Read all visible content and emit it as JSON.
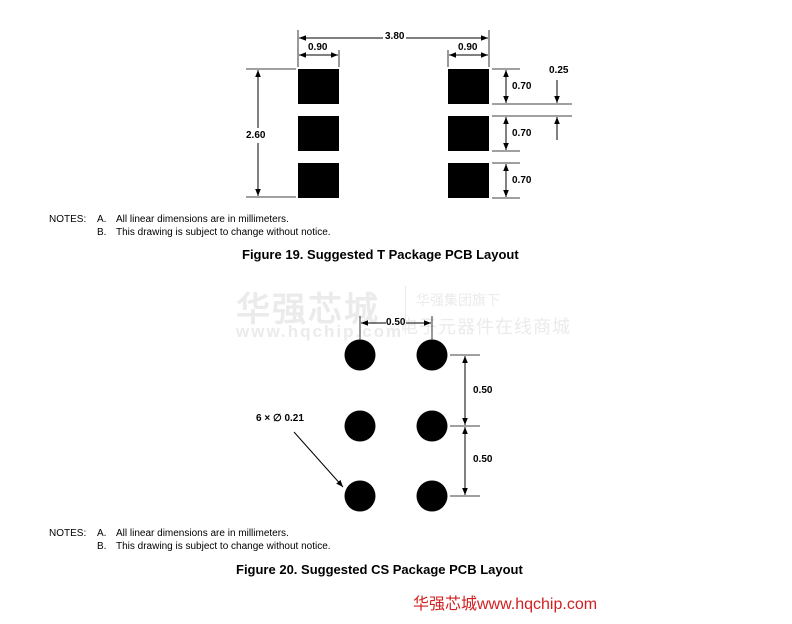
{
  "figure19": {
    "dims": {
      "total_width": "3.80",
      "pad_width_left": "0.90",
      "pad_width_right": "0.90",
      "total_height": "2.60",
      "gap": "0.25",
      "pad_height_1": "0.70",
      "pad_height_2": "0.70",
      "pad_height_3": "0.70"
    },
    "notes_label": "NOTES:",
    "note_a_letter": "A.",
    "note_a_text": "All linear dimensions are in millimeters.",
    "note_b_letter": "B.",
    "note_b_text": "This drawing is subject to change without notice.",
    "caption": "Figure 19. Suggested T Package PCB Layout"
  },
  "figure20": {
    "dims": {
      "pitch_horizontal": "0.50",
      "pitch_vertical_1": "0.50",
      "pitch_vertical_2": "0.50",
      "ball_callout": "6 × ∅ 0.21"
    },
    "notes_label": "NOTES:",
    "note_a_letter": "A.",
    "note_a_text": "All linear dimensions are in millimeters.",
    "note_b_letter": "B.",
    "note_b_text": "This drawing is subject to change without notice.",
    "caption": "Figure 20. Suggested CS Package PCB Layout"
  },
  "watermark": {
    "brand": "华强芯城",
    "url": "www.hqchip.com",
    "tagline": "华强集团旗下",
    "slogan": "电子元器件在线商城"
  },
  "footer": {
    "text": "华强芯城www.hqchip.com",
    "color": "#d21f1f"
  }
}
